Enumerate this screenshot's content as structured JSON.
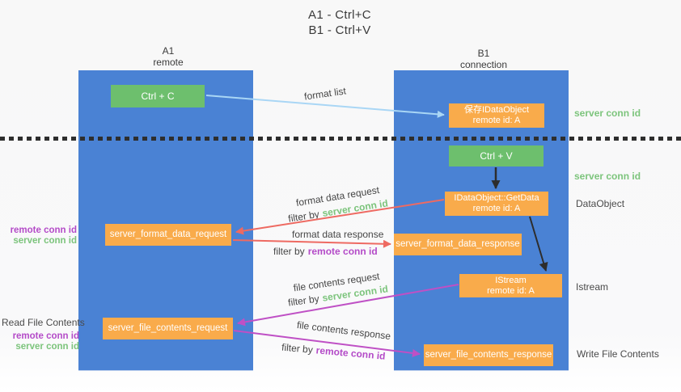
{
  "title": {
    "line1": "A1 - Ctrl+C",
    "line2": "B1 - Ctrl+V"
  },
  "columns": {
    "a1": {
      "title": "A1",
      "subtitle": "remote"
    },
    "b1": {
      "title": "B1",
      "subtitle": "connection"
    }
  },
  "nodes": {
    "ctrl_c": {
      "label": "Ctrl + C"
    },
    "save_dataobject": {
      "line1": "保存IDataObject",
      "line2": "remote id: A"
    },
    "ctrl_v": {
      "label": "Ctrl + V"
    },
    "getdata": {
      "line1": "IDataObject::GetData",
      "line2": "remote id: A"
    },
    "server_format_data_request": {
      "label": "server_format_data_request"
    },
    "server_format_data_response": {
      "label": "server_format_data_response"
    },
    "istream": {
      "line1": "IStream",
      "line2": "remote id: A"
    },
    "server_file_contents_request": {
      "label": "server_file_contents_request"
    },
    "server_file_contents_response": {
      "label": "server_file_contents_response"
    }
  },
  "flow_labels": {
    "format_list": "format list",
    "format_data_request": "format data request",
    "format_data_response": "format data response",
    "file_contents_request": "file contents request",
    "file_contents_response": "file contents response",
    "filter_by": "filter by",
    "server_conn_id": "server conn id",
    "remote_conn_id": "remote conn id"
  },
  "side_labels": {
    "server_conn_id_top": "server conn id",
    "server_conn_id_mid": "server conn id",
    "dataobject": "DataObject",
    "istream": "Istream",
    "write_file_contents": "Write File Contents",
    "read_file_contents": "Read File Contents",
    "remote_conn_id": "remote conn id",
    "server_conn_id": "server conn id"
  },
  "colors": {
    "column_blue": "#4a82d4",
    "node_green": "#6dbf6d",
    "node_orange": "#f9ab4b",
    "arrow_light_blue": "#a9d6f5",
    "arrow_red": "#ee6a62",
    "arrow_magenta": "#bf50c5",
    "arrow_black": "#2d2d2d",
    "server_conn_green": "#7cc47c",
    "remote_conn_purple": "#b44bc8"
  }
}
